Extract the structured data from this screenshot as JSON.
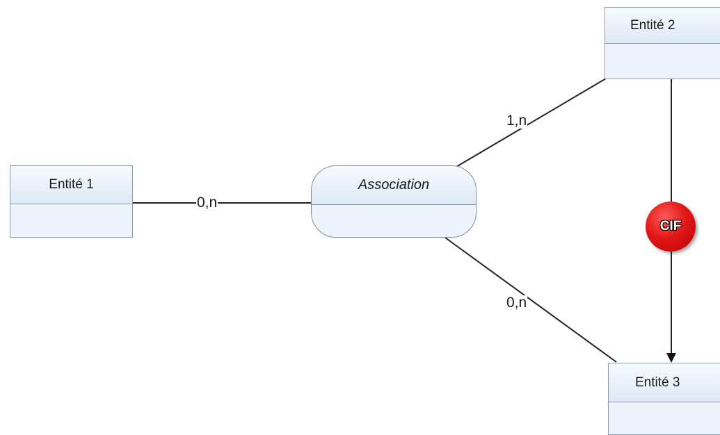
{
  "entities": {
    "entity1": {
      "title": "Entité 1"
    },
    "entity2": {
      "title": "Entité 2"
    },
    "entity3": {
      "title": "Entité 3"
    }
  },
  "association": {
    "title": "Association"
  },
  "cardinalities": {
    "entity1_association": "0,n",
    "entity2_association": "1,n",
    "entity3_association": "0,n"
  },
  "cif": {
    "label": "CIF"
  }
}
